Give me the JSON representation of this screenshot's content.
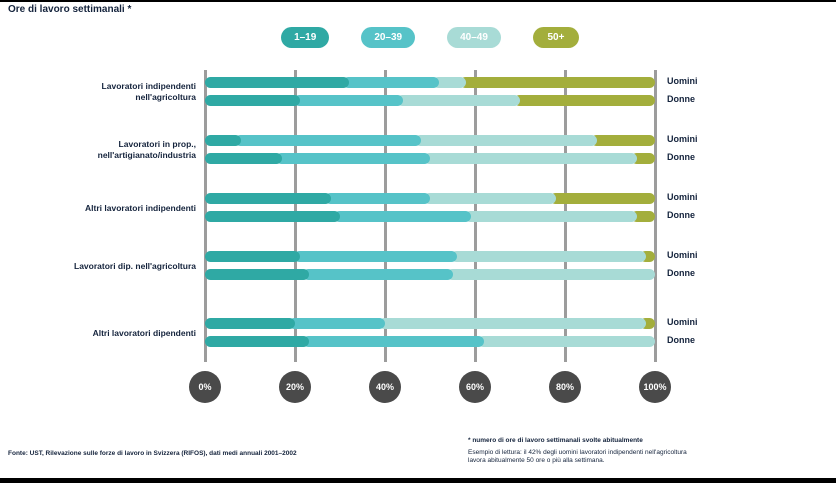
{
  "page": {
    "title": "Ore di lavoro settimanali *"
  },
  "chart_data": {
    "type": "bar",
    "orientation": "horizontal",
    "stacked": true,
    "unit": "%",
    "xlim": [
      0,
      100
    ],
    "grid": true,
    "legend_position": "top",
    "series_labels": [
      "1–19",
      "20–39",
      "40–49",
      "50+"
    ],
    "series_colors": [
      "#2fa9a4",
      "#56c3c8",
      "#a8dbd6",
      "#a3ae3c"
    ],
    "x_ticks": [
      "0%",
      "20%",
      "40%",
      "60%",
      "80%",
      "100%"
    ],
    "groups": [
      {
        "label_lines": [
          "Lavoratori indipendenti",
          "nell'agricoltura"
        ],
        "rows": [
          {
            "label": "Uomini",
            "values": [
              32,
              20,
              6,
              42
            ]
          },
          {
            "label": "Donne",
            "values": [
              21,
              23,
              26,
              30
            ]
          }
        ]
      },
      {
        "label_lines": [
          "Lavoratori in prop.,",
          "nell'artigianato/industria"
        ],
        "rows": [
          {
            "label": "Uomini",
            "values": [
              8,
              40,
              39,
              13
            ]
          },
          {
            "label": "Donne",
            "values": [
              17,
              33,
              46,
              4
            ]
          }
        ]
      },
      {
        "label_lines": [
          "Altri lavoratori indipendenti"
        ],
        "rows": [
          {
            "label": "Uomini",
            "values": [
              28,
              22,
              28,
              22
            ]
          },
          {
            "label": "Donne",
            "values": [
              30,
              29,
              37,
              4
            ]
          }
        ]
      },
      {
        "label_lines": [
          "Lavoratori dip. nell'agricoltura"
        ],
        "rows": [
          {
            "label": "Uomini",
            "values": [
              21,
              35,
              42,
              2
            ]
          },
          {
            "label": "Donne",
            "values": [
              23,
              32,
              45,
              0
            ]
          }
        ]
      },
      {
        "label_lines": [
          "Altri lavoratori dipendenti"
        ],
        "rows": [
          {
            "label": "Uomini",
            "values": [
              20,
              20,
              58,
              2
            ]
          },
          {
            "label": "Donne",
            "values": [
              23,
              39,
              38,
              0
            ]
          }
        ]
      }
    ]
  },
  "footer": {
    "source": "Fonte: UST, Rilevazione sulle forze di lavoro in Svizzera (RIFOS), dati medi annuali 2001–2002",
    "footnote": "* numero di ore di lavoro settimanali svolte abitualmente",
    "note_lines": [
      "Esempio di lettura: il 42% degli uomini lavoratori indipendenti nell'agricoltura",
      "lavora abitualmente 50 ore o più alla settimana."
    ]
  },
  "colors": {
    "text_dark": "#14233c",
    "gridline": "#9c9c9c",
    "axis_circle": "#4a4a4a"
  }
}
